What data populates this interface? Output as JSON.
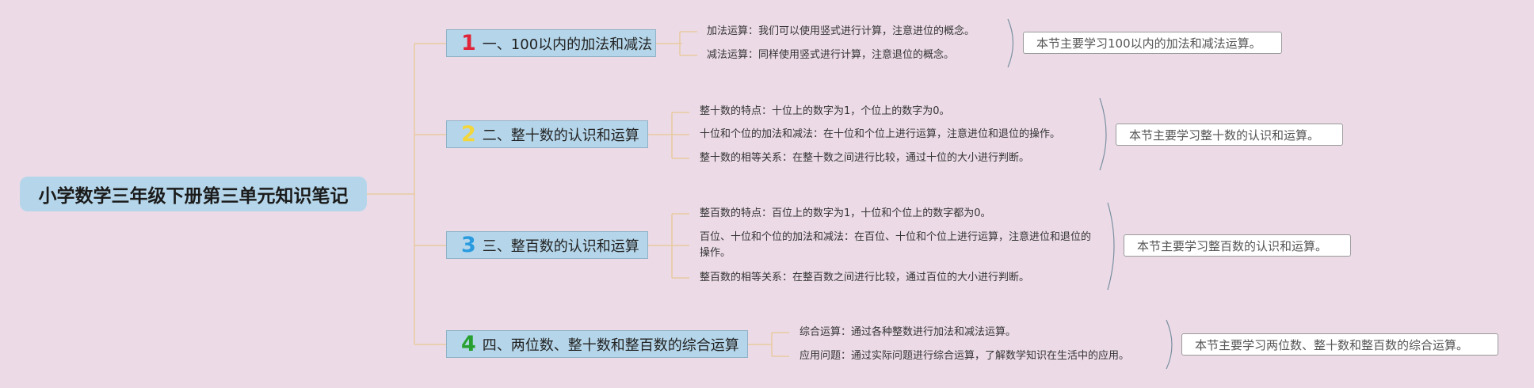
{
  "root": {
    "title": "小学数学三年级下册第三单元知识笔记"
  },
  "branches": [
    {
      "number": "1",
      "number_color": "#e0243a",
      "title": "一、100以内的加法和减法",
      "leaves": [
        "加法运算：我们可以使用竖式进行计算，注意进位的概念。",
        "减法运算：同样使用竖式进行计算，注意退位的概念。"
      ],
      "summary": "本节主要学习100以内的加法和减法运算。"
    },
    {
      "number": "2",
      "number_color": "#f3d53c",
      "title": "二、整十数的认识和运算",
      "leaves": [
        "整十数的特点：十位上的数字为1，个位上的数字为0。",
        "十位和个位的加法和减法：在十位和个位上进行运算，注意进位和退位的操作。",
        "整十数的相等关系：在整十数之间进行比较，通过十位的大小进行判断。"
      ],
      "summary": "本节主要学习整十数的认识和运算。"
    },
    {
      "number": "3",
      "number_color": "#2b9be0",
      "title": "三、整百数的认识和运算",
      "leaves": [
        "整百数的特点：百位上的数字为1，十位和个位上的数字都为0。",
        "百位、十位和个位的加法和减法：在百位、十位和个位上进行运算，注意进位和退位的操作。",
        "整百数的相等关系：在整百数之间进行比较，通过百位的大小进行判断。"
      ],
      "summary": "本节主要学习整百数的认识和运算。"
    },
    {
      "number": "4",
      "number_color": "#27a030",
      "title": "四、两位数、整十数和整百数的综合运算",
      "leaves": [
        "综合运算：通过各种整数进行加法和减法运算。",
        "应用问题：通过实际问题进行综合运算，了解数学知识在生活中的应用。"
      ],
      "summary": "本节主要学习两位数、整十数和整百数的综合运算。"
    }
  ],
  "colors": {
    "background": "#ecdbe7",
    "node_fill": "#b5d6ea",
    "connector": "#e8c9a0",
    "brace": "#7a8fa0"
  }
}
